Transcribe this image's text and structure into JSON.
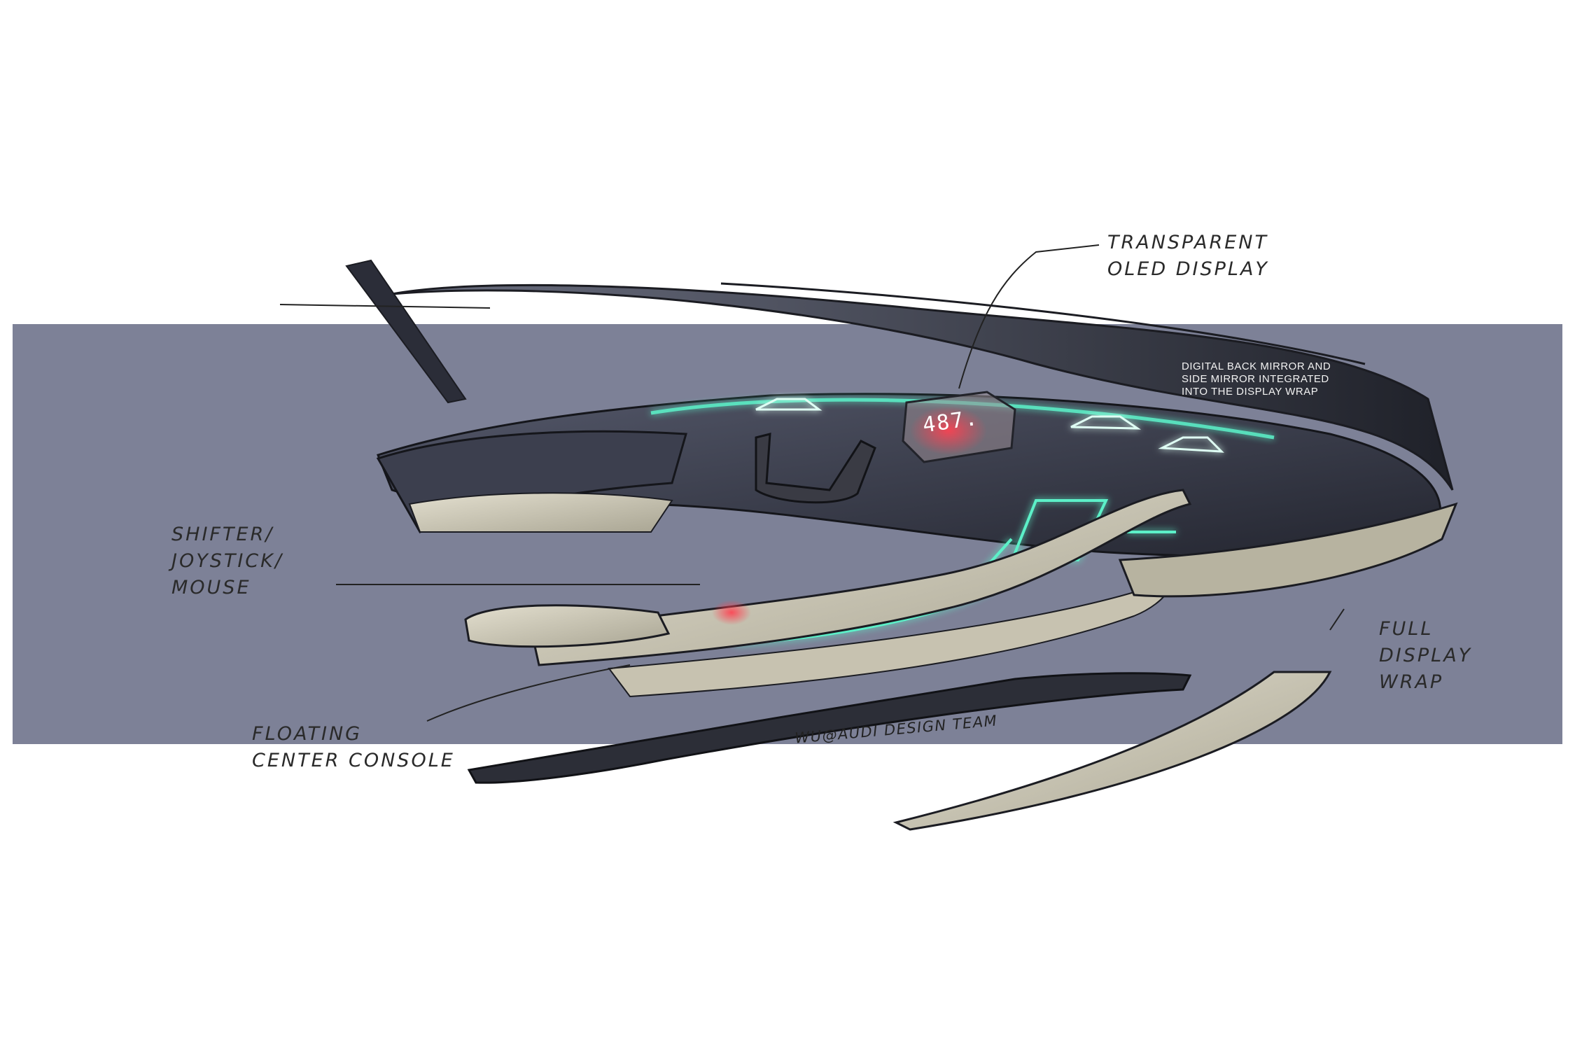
{
  "annotations": {
    "transparent_display": "TRANSPARENT\nOLED DISPLAY",
    "mirror_note": "DIGITAL BACK MIRROR AND\nSIDE MIRROR INTEGRATED\nINTO THE DISPLAY WRAP",
    "shifter": "SHIFTER/\nJOYSTICK/\nMOUSE",
    "display_wrap": "FULL\nDISPLAY\nWRAP",
    "center_console": "FLOATING\nCENTER CONSOLE"
  },
  "hud": {
    "readout": "487."
  },
  "signature": "WU@AUDI DESIGN TEAM",
  "colors": {
    "background": "#ffffff",
    "band": "#7d8197",
    "shell_dark": "#2e3140",
    "trim": "#d2cdbb",
    "glow": "#5cf0c8",
    "accent_red": "#e0283a"
  }
}
